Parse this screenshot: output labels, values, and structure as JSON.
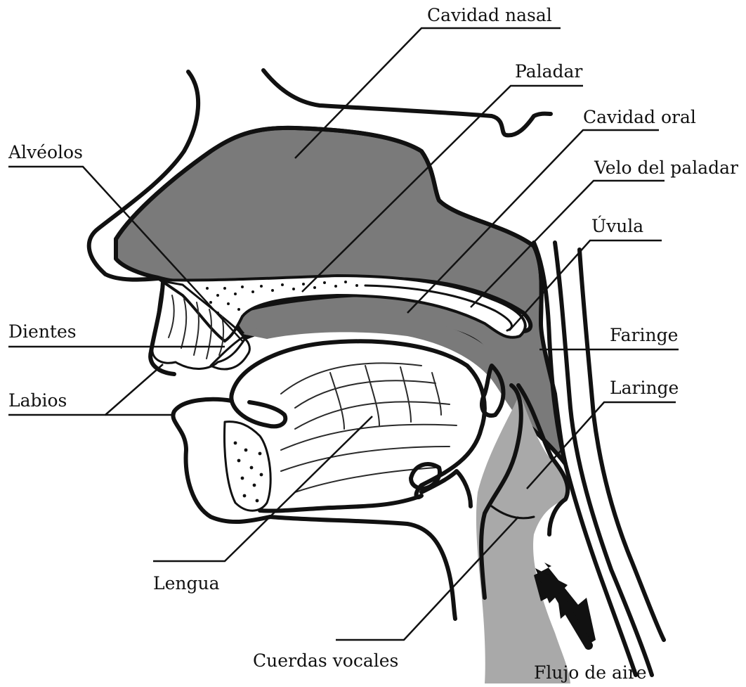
{
  "labels": {
    "nasal_cavity": "Cavidad nasal",
    "palate": "Paladar",
    "oral_cavity": "Cavidad oral",
    "alveoli": "Alvéolos",
    "velum": "Velo del paladar",
    "uvula": "Úvula",
    "teeth": "Dientes",
    "pharynx": "Faringe",
    "larynx": "Laringe",
    "lips": "Labios",
    "tongue": "Lengua",
    "vocal_cords": "Cuerdas vocales",
    "airflow": "Flujo de aire"
  },
  "colors": {
    "cavity_fill": "#7a7a7a",
    "larynx_fill": "#a9a9a9",
    "outline": "#111111",
    "background": "#ffffff"
  }
}
